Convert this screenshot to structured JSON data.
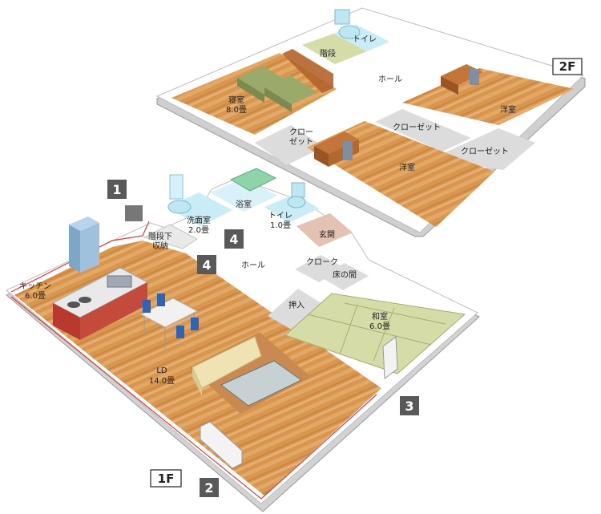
{
  "colors": {
    "wood": "#d9964e",
    "wood_light": "#e8b376",
    "wall": "#ffffff",
    "wall_edge": "#bdbdbd",
    "grey_room": "#dcdcdc",
    "tatami": "#d5dca8",
    "tatami_line": "#a7ad6f",
    "genkan": "#e3c1b3",
    "badge": "#595959",
    "red_line": "#d63a3a",
    "kitchen_red": "#b83a2e",
    "bath_blue": "#bfe7f3",
    "bed_green": "#9aaa6a",
    "sofa": "#efe3b3",
    "desk": "#b3642a"
  },
  "floor2": {
    "floor_label": "2F",
    "rooms": {
      "bedroom": {
        "name": "寝室",
        "size": "8.0畳"
      },
      "stairs": {
        "name": "階段"
      },
      "toilet": {
        "name": "トイレ"
      },
      "hall": {
        "name": "ホール"
      },
      "western_right": {
        "name": "洋室"
      },
      "western_center": {
        "name": "洋室"
      },
      "closet_small": {
        "name1": "クロー",
        "name2": "ゼット"
      },
      "closet_mid": {
        "name": "クローゼット"
      },
      "closet_right": {
        "name": "クローゼット"
      }
    }
  },
  "floor1": {
    "floor_label": "1F",
    "rooms": {
      "washroom": {
        "name": "洗面室",
        "size": "2.0畳"
      },
      "bath": {
        "name": "浴室"
      },
      "toilet": {
        "name": "トイレ",
        "size": "1.0畳"
      },
      "under_stairs": {
        "name1": "階段下",
        "name2": "収納"
      },
      "entrance": {
        "name": "玄関"
      },
      "hall": {
        "name": "ホール"
      },
      "cloak": {
        "name": "クローク"
      },
      "tokonoma": {
        "name": "床の間"
      },
      "oshiire": {
        "name": "押入"
      },
      "washitsu": {
        "name": "和室",
        "size": "6.0畳"
      },
      "kitchen": {
        "name": "キッチン",
        "size": "6.0畳"
      },
      "ld": {
        "name": "LD",
        "size": "14.0畳"
      }
    }
  },
  "markers": [
    {
      "label": "1"
    },
    {
      "label": "2"
    },
    {
      "label": "3"
    },
    {
      "label": "4"
    },
    {
      "label": "4"
    }
  ]
}
